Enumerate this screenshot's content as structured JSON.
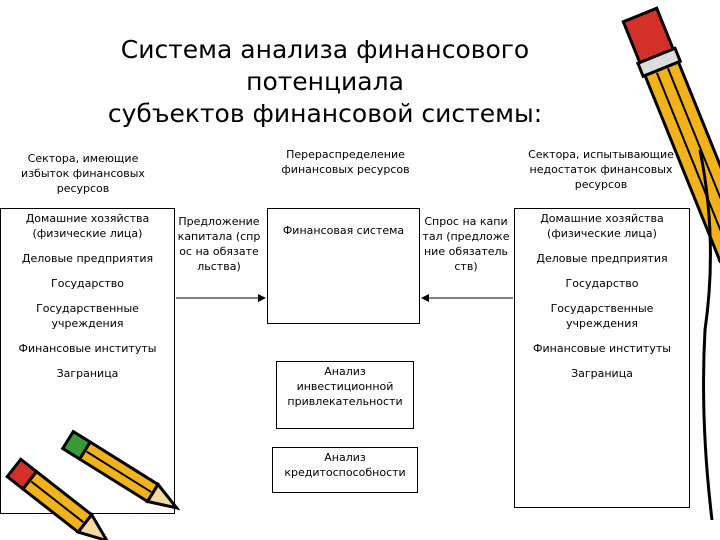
{
  "title": {
    "line1": "Система анализа финансового",
    "line2": "потенциала",
    "line3": "субъектов финансовой системы:"
  },
  "columns": {
    "left_caption": "Сектора, имеющие избыток финансовых ресурсов",
    "middle_caption": "Перераспределение финансовых ресурсов",
    "right_caption": "Сектора, испытывающие недостаток финансовых ресурсов"
  },
  "left_box": {
    "items": [
      "Домашние хозяйства (физические лица)",
      "Деловые предприятия",
      "Государство",
      "Государственные учреждения",
      "Финансовые институты",
      "Заграница"
    ]
  },
  "right_box": {
    "items": [
      "Домашние хозяйства (физические лица)",
      "Деловые предприятия",
      "Государство",
      "Государственные учреждения",
      "Финансовые институты",
      "Заграница"
    ]
  },
  "center": {
    "financial_system": "Финансовая система",
    "investment_analysis": "Анализ инвестиционной привлекательности",
    "credit_analysis": "Анализ кредитоспособности"
  },
  "flows": {
    "left": "Предложение капитала (спрос на обязательства)",
    "right": "Спрос на капитал (предложение обязательств)"
  },
  "colors": {
    "pencil_body": "#f2b21b",
    "pencil_outline": "#000000",
    "pencil_eraser_red": "#d4302a",
    "pencil_eraser_green": "#3a9a3a"
  }
}
